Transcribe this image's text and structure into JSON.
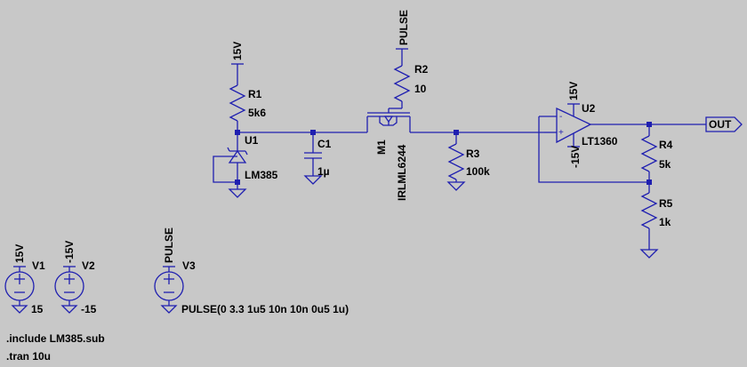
{
  "components": {
    "R1": {
      "ref": "R1",
      "value": "5k6"
    },
    "R2": {
      "ref": "R2",
      "value": "10"
    },
    "R3": {
      "ref": "R3",
      "value": "100k"
    },
    "R4": {
      "ref": "R4",
      "value": "5k"
    },
    "R5": {
      "ref": "R5",
      "value": "1k"
    },
    "C1": {
      "ref": "C1",
      "value": "1µ"
    },
    "U1": {
      "ref": "U1",
      "value": "LM385"
    },
    "U2": {
      "ref": "U2",
      "value": "LT1360"
    },
    "M1": {
      "ref": "M1",
      "value": "IRLML6244"
    },
    "V1": {
      "ref": "V1",
      "net": "15V",
      "value": "15"
    },
    "V2": {
      "ref": "V2",
      "net": "-15V",
      "value": "-15"
    },
    "V3": {
      "ref": "V3",
      "net": "PULSE",
      "value": "PULSE(0 3.3 1u5 10n 10n 0u5 1u)"
    }
  },
  "nets": {
    "r1_supply": "15V",
    "r2_supply": "PULSE",
    "u2_pos": "15V",
    "u2_neg": "-15V",
    "output": "OUT"
  },
  "opamp_signs": {
    "plus": "+",
    "minus": "-"
  },
  "directives": [
    ".include LM385.sub",
    ".tran 10u"
  ]
}
